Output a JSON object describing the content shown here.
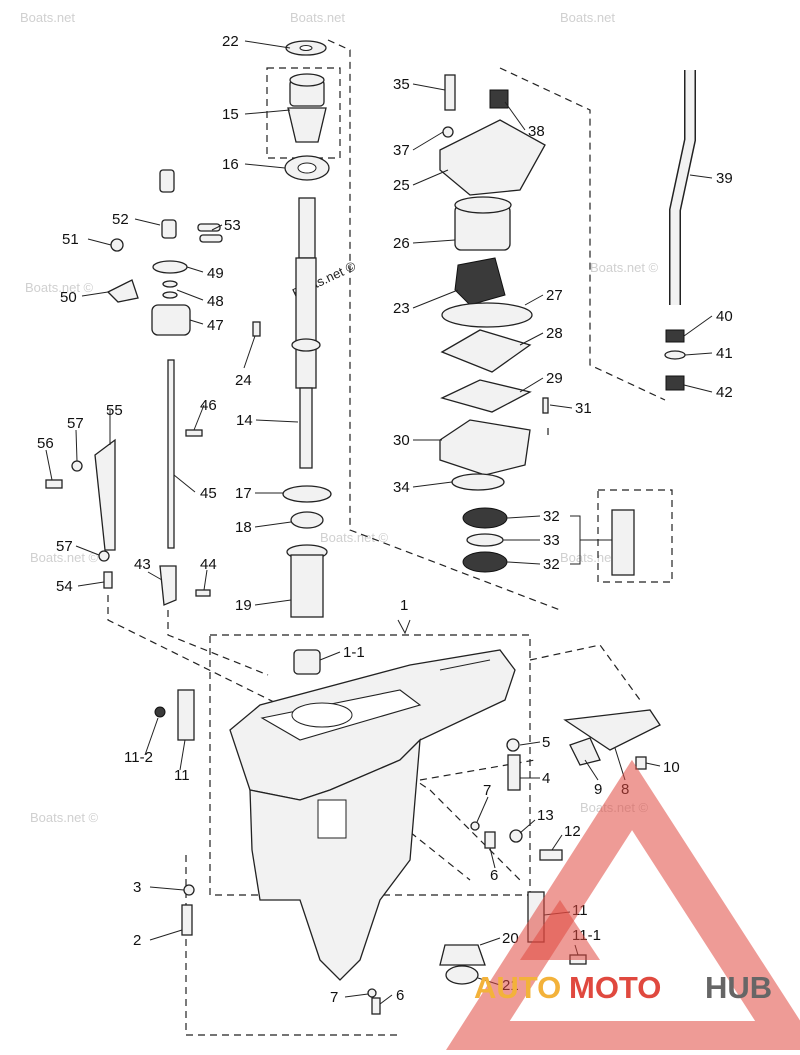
{
  "watermarks": {
    "site": "Boats.net",
    "site_c": "Boats.net ©"
  },
  "logo": {
    "word_auto": "AUTO",
    "word_moto": "MOTO",
    "word_hub": "HUB",
    "colors": {
      "triangle": "#e0493f",
      "auto": "#f3b23a",
      "moto": "#e0493f",
      "hub": "#666666"
    }
  },
  "callouts": {
    "c22": "22",
    "c15": "15",
    "c16": "16",
    "c52": "52",
    "c53": "53",
    "c51": "51",
    "c49": "49",
    "c48": "48",
    "c50": "50",
    "c47": "47",
    "c24": "24",
    "c14": "14",
    "c46": "46",
    "c55": "55",
    "c57a": "57",
    "c56": "56",
    "c45": "45",
    "c17": "17",
    "c18": "18",
    "c57b": "57",
    "c54": "54",
    "c43": "43",
    "c44": "44",
    "c19": "19",
    "c35": "35",
    "c38": "38",
    "c37": "37",
    "c25": "25",
    "c26": "26",
    "c23": "23",
    "c27": "27",
    "c28": "28",
    "c29": "29",
    "c31": "31",
    "c30": "30",
    "c34": "34",
    "c32a": "32",
    "c33": "33",
    "c32b": "32",
    "c39": "39",
    "c40": "40",
    "c41": "41",
    "c42": "42",
    "c1": "1",
    "c1_1": "1-1",
    "c11_2": "11-2",
    "c11a": "11",
    "c5": "5",
    "c4": "4",
    "c9": "9",
    "c8": "8",
    "c10": "10",
    "c7a": "7",
    "c13": "13",
    "c12": "12",
    "c6a": "6",
    "c3": "3",
    "c2": "2",
    "c11b": "11",
    "c20": "20",
    "c11_1": "11-1",
    "c21": "21",
    "c7b": "7",
    "c6b": "6"
  }
}
